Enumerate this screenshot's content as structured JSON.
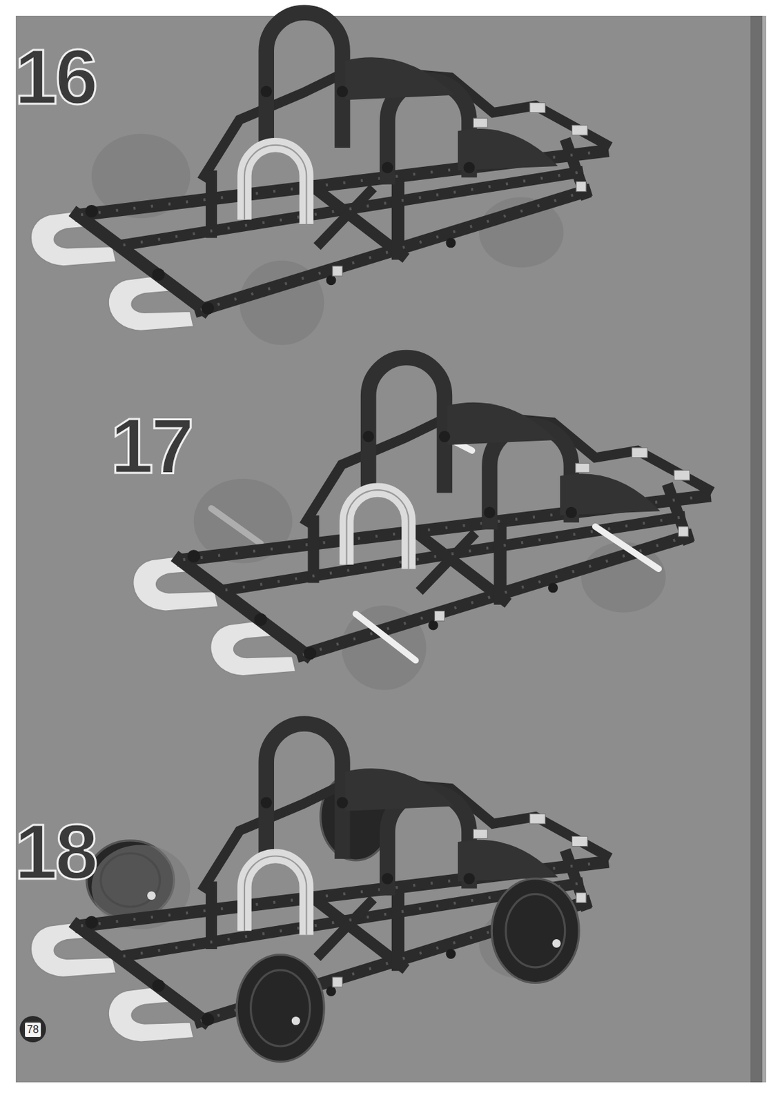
{
  "diagram": {
    "labels": [
      "16",
      "17",
      "18",
      "78"
    ]
  }
}
